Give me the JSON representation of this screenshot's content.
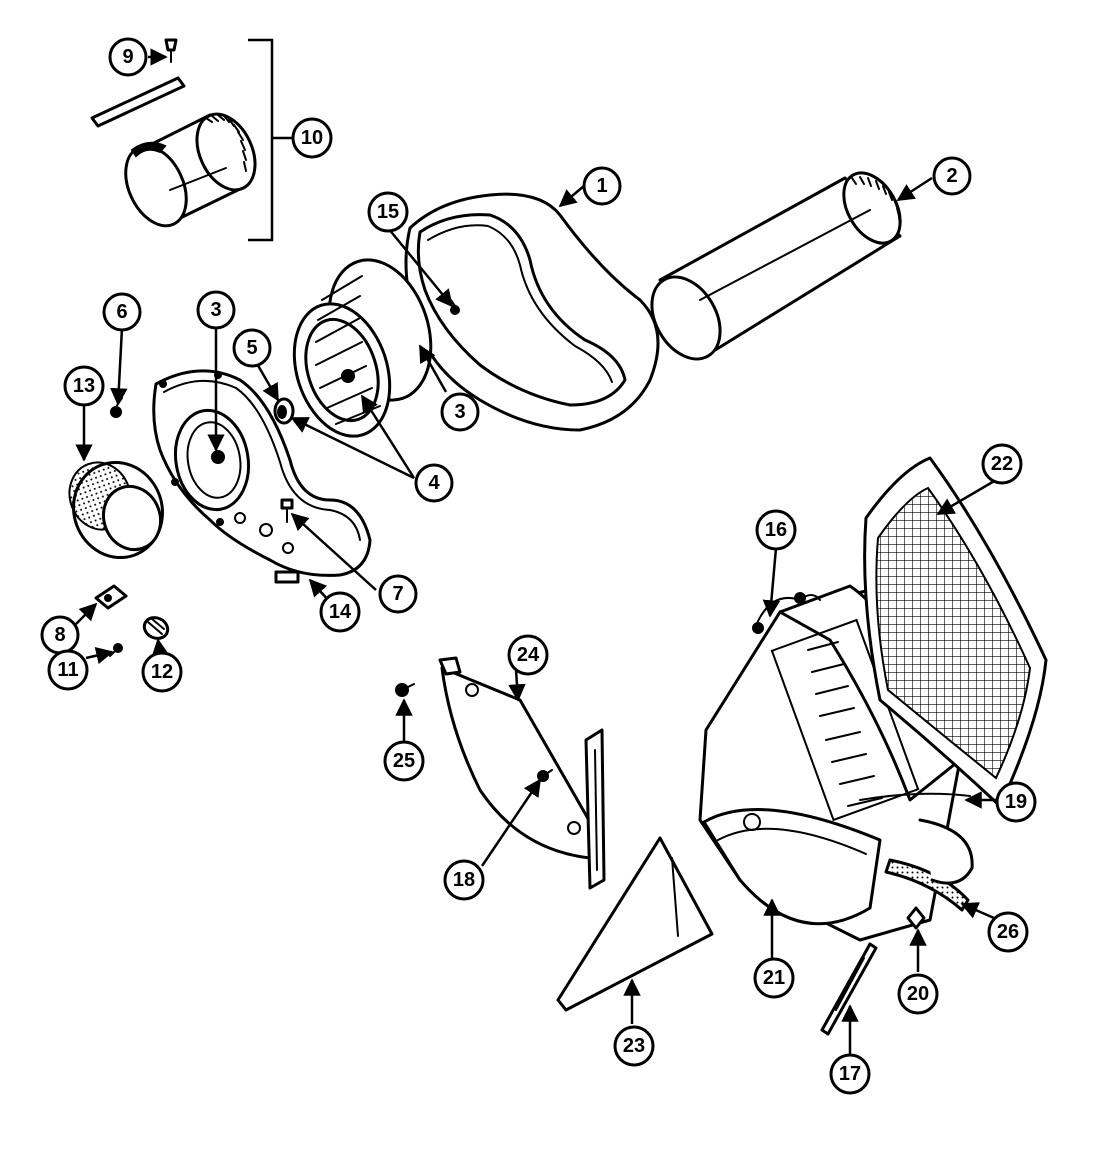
{
  "callouts": {
    "c1": "1",
    "c2": "2",
    "c3a": "3",
    "c3b": "3",
    "c4": "4",
    "c5": "5",
    "c6": "6",
    "c7": "7",
    "c8": "8",
    "c9": "9",
    "c10": "10",
    "c11": "11",
    "c12": "12",
    "c13": "13",
    "c14": "14",
    "c15": "15",
    "c16": "16",
    "c17": "17",
    "c18": "18",
    "c19": "19",
    "c20": "20",
    "c21": "21",
    "c22": "22",
    "c23": "23",
    "c24": "24",
    "c25": "25",
    "c26": "26"
  },
  "colors": {
    "line": "#000000",
    "background": "#ffffff"
  }
}
